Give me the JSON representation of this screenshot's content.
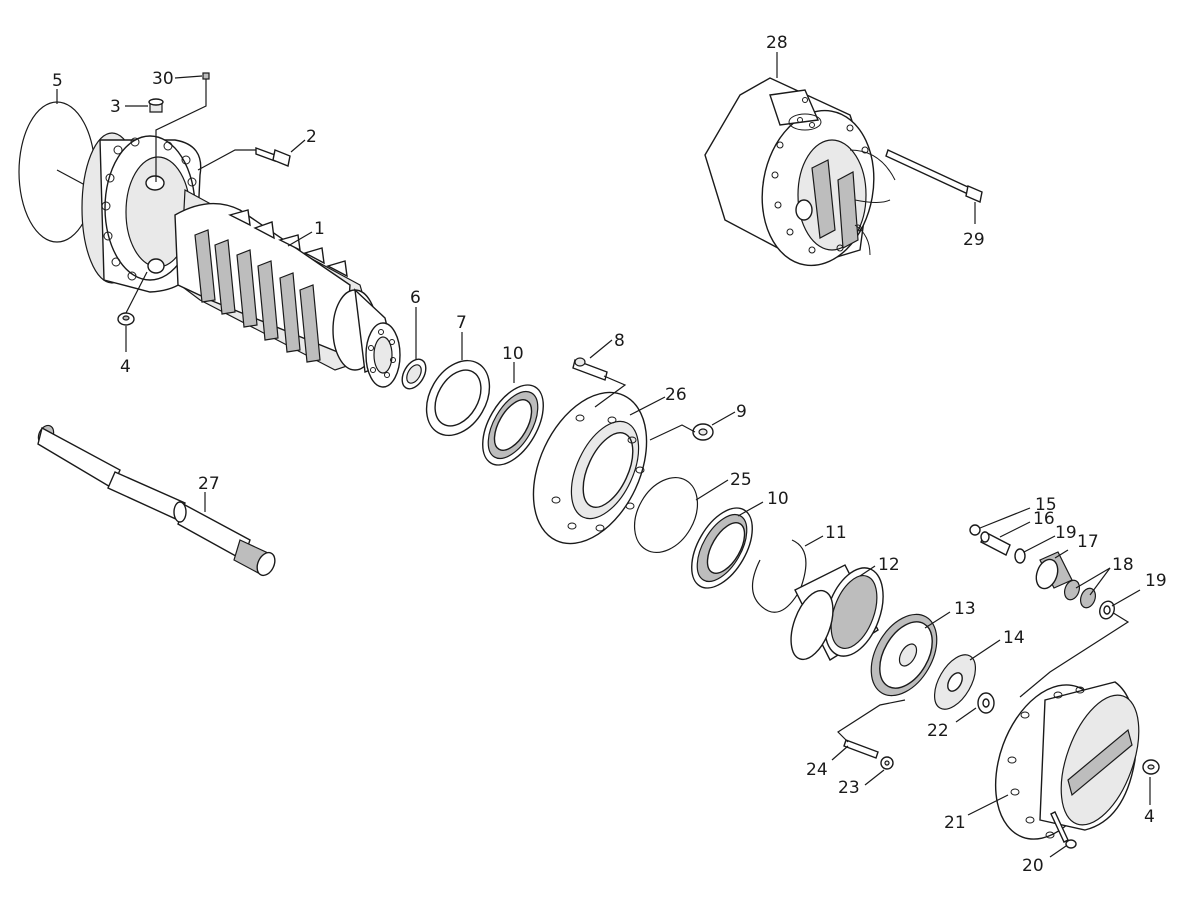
{
  "callouts": [
    {
      "id": "1",
      "text": "1"
    },
    {
      "id": "2",
      "text": "2"
    },
    {
      "id": "3",
      "text": "3"
    },
    {
      "id": "4a",
      "text": "4"
    },
    {
      "id": "4b",
      "text": "4"
    },
    {
      "id": "5",
      "text": "5"
    },
    {
      "id": "6",
      "text": "6"
    },
    {
      "id": "7",
      "text": "7"
    },
    {
      "id": "8",
      "text": "8"
    },
    {
      "id": "9",
      "text": "9"
    },
    {
      "id": "10a",
      "text": "10"
    },
    {
      "id": "10b",
      "text": "10"
    },
    {
      "id": "11",
      "text": "11"
    },
    {
      "id": "12",
      "text": "12"
    },
    {
      "id": "13",
      "text": "13"
    },
    {
      "id": "14",
      "text": "14"
    },
    {
      "id": "15",
      "text": "15"
    },
    {
      "id": "16",
      "text": "16"
    },
    {
      "id": "17",
      "text": "17"
    },
    {
      "id": "18",
      "text": "18"
    },
    {
      "id": "19a",
      "text": "19"
    },
    {
      "id": "19b",
      "text": "19"
    },
    {
      "id": "20",
      "text": "20"
    },
    {
      "id": "21",
      "text": "21"
    },
    {
      "id": "22",
      "text": "22"
    },
    {
      "id": "23",
      "text": "23"
    },
    {
      "id": "24",
      "text": "24"
    },
    {
      "id": "25",
      "text": "25"
    },
    {
      "id": "26",
      "text": "26"
    },
    {
      "id": "27",
      "text": "27"
    },
    {
      "id": "28",
      "text": "28"
    },
    {
      "id": "29",
      "text": "29"
    },
    {
      "id": "30",
      "text": "30"
    }
  ]
}
